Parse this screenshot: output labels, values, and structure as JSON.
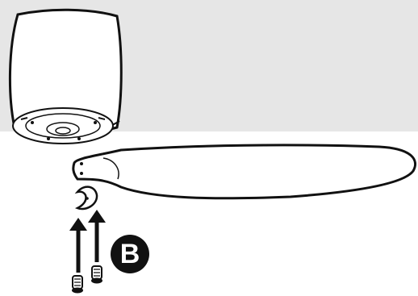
{
  "diagram": {
    "step_label": "B",
    "colors": {
      "ink": "#111111",
      "background_band": "#e6e6e6",
      "paper": "#ffffff"
    },
    "parts": [
      "fan-motor-housing",
      "fan-blade",
      "blade-bracket-clip",
      "mounting-screws",
      "insert-direction-arrows"
    ]
  }
}
